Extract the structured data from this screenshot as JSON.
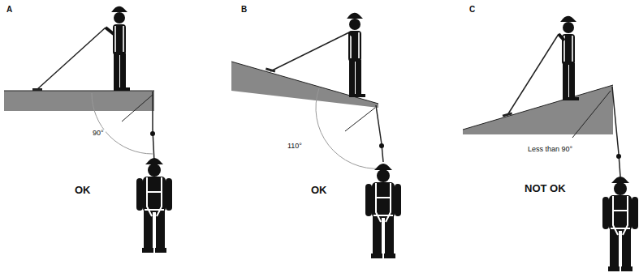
{
  "diagram": {
    "labels": [
      "A",
      "90°",
      "OK",
      "B",
      "110°",
      "OK",
      "C",
      "Less than 90°",
      "NOT OK"
    ]
  }
}
